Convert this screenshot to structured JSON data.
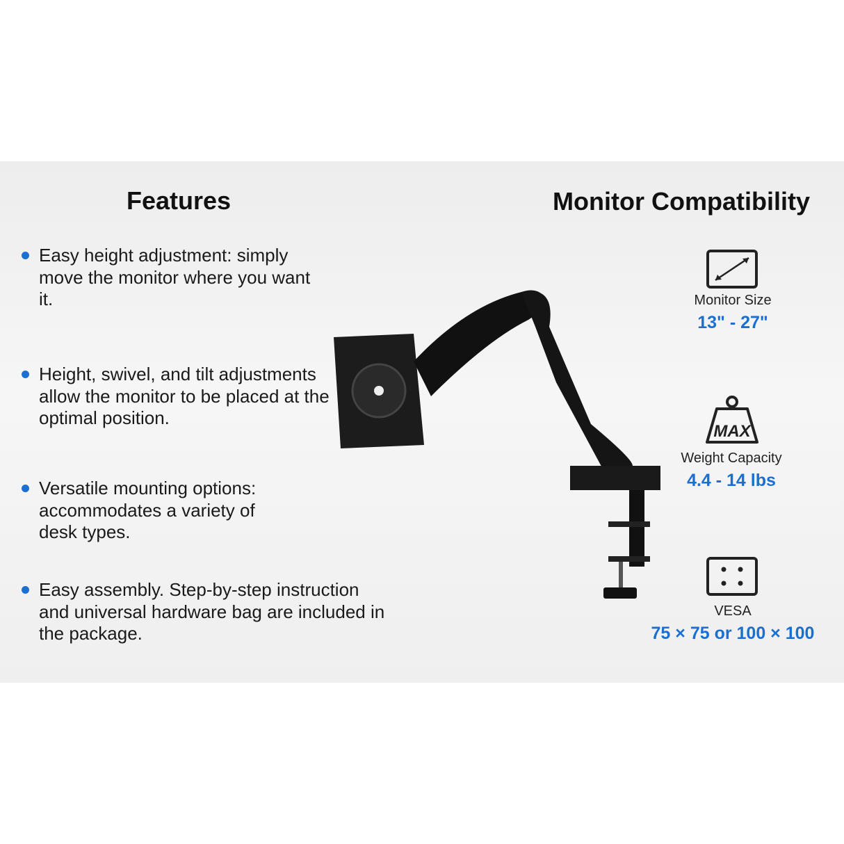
{
  "features": {
    "title": "Features",
    "items": [
      "Easy height adjustment: simply move the monitor where you want it.",
      "Height, swivel, and tilt adjustments allow the monitor to be placed at the optimal position.",
      "Versatile mounting options: accommodates a variety of desk types.",
      "Easy assembly. Step-by-step instruction and universal hardware bag are included in the package."
    ]
  },
  "compatibility": {
    "title": "Monitor Compatibility",
    "specs": [
      {
        "icon": "monitor-size-icon",
        "label": "Monitor Size",
        "value": "13\" - 27\""
      },
      {
        "icon": "weight-max-icon",
        "label": "Weight Capacity",
        "value": "4.4 - 14 lbs",
        "icon_text": "MAX"
      },
      {
        "icon": "vesa-pattern-icon",
        "label": "VESA",
        "value": "75 × 75 or 100 × 100"
      }
    ]
  },
  "colors": {
    "accent": "#1a6fd1",
    "background": "#efefef"
  }
}
